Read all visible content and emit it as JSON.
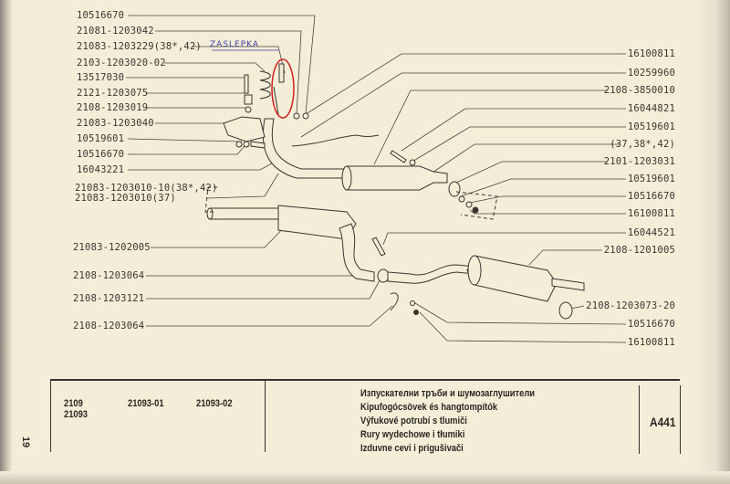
{
  "annotation": "ZASLEPKA",
  "left_labels": [
    "10516670",
    "21081-1203042",
    "21083-1203229(38*,42)",
    "2103-1203020-02",
    "13517030",
    "2121-1203075",
    "2108-1203019",
    "21083-1203040",
    "10519601",
    "10516670",
    "16043221",
    "21083-1203010-10(38*,42)",
    "21083-1203010(37)",
    "21083-1202005",
    "2108-1203064",
    "2108-1203121",
    "2108-1203064"
  ],
  "right_labels": [
    "16100811",
    "10259960",
    "2108-3850010",
    "16044821",
    "10519601",
    "(37,38*,42)",
    "2101-1203031",
    "10519601",
    "10516670",
    "16100811",
    "16044521",
    "2108-1201005",
    "2108-1203073-20",
    "10516670",
    "16100811"
  ],
  "table": {
    "models": [
      "2109",
      "21093",
      "21093-01",
      "21093-02"
    ],
    "titles": [
      "Изпускателни тръби и шумозаглушители",
      "Kipufogócsövek és hangtompítók",
      "Výfukové potrubí s tlumiči",
      "Rury wydechowe i tłumiki",
      "Izduvne cevi i prigušivači"
    ],
    "code": "A441"
  },
  "page_number": "19",
  "colors": {
    "paper": "#f4eed9",
    "ink": "#3a3530",
    "annotation": "#3b3fa0",
    "circle": "#d02020"
  }
}
